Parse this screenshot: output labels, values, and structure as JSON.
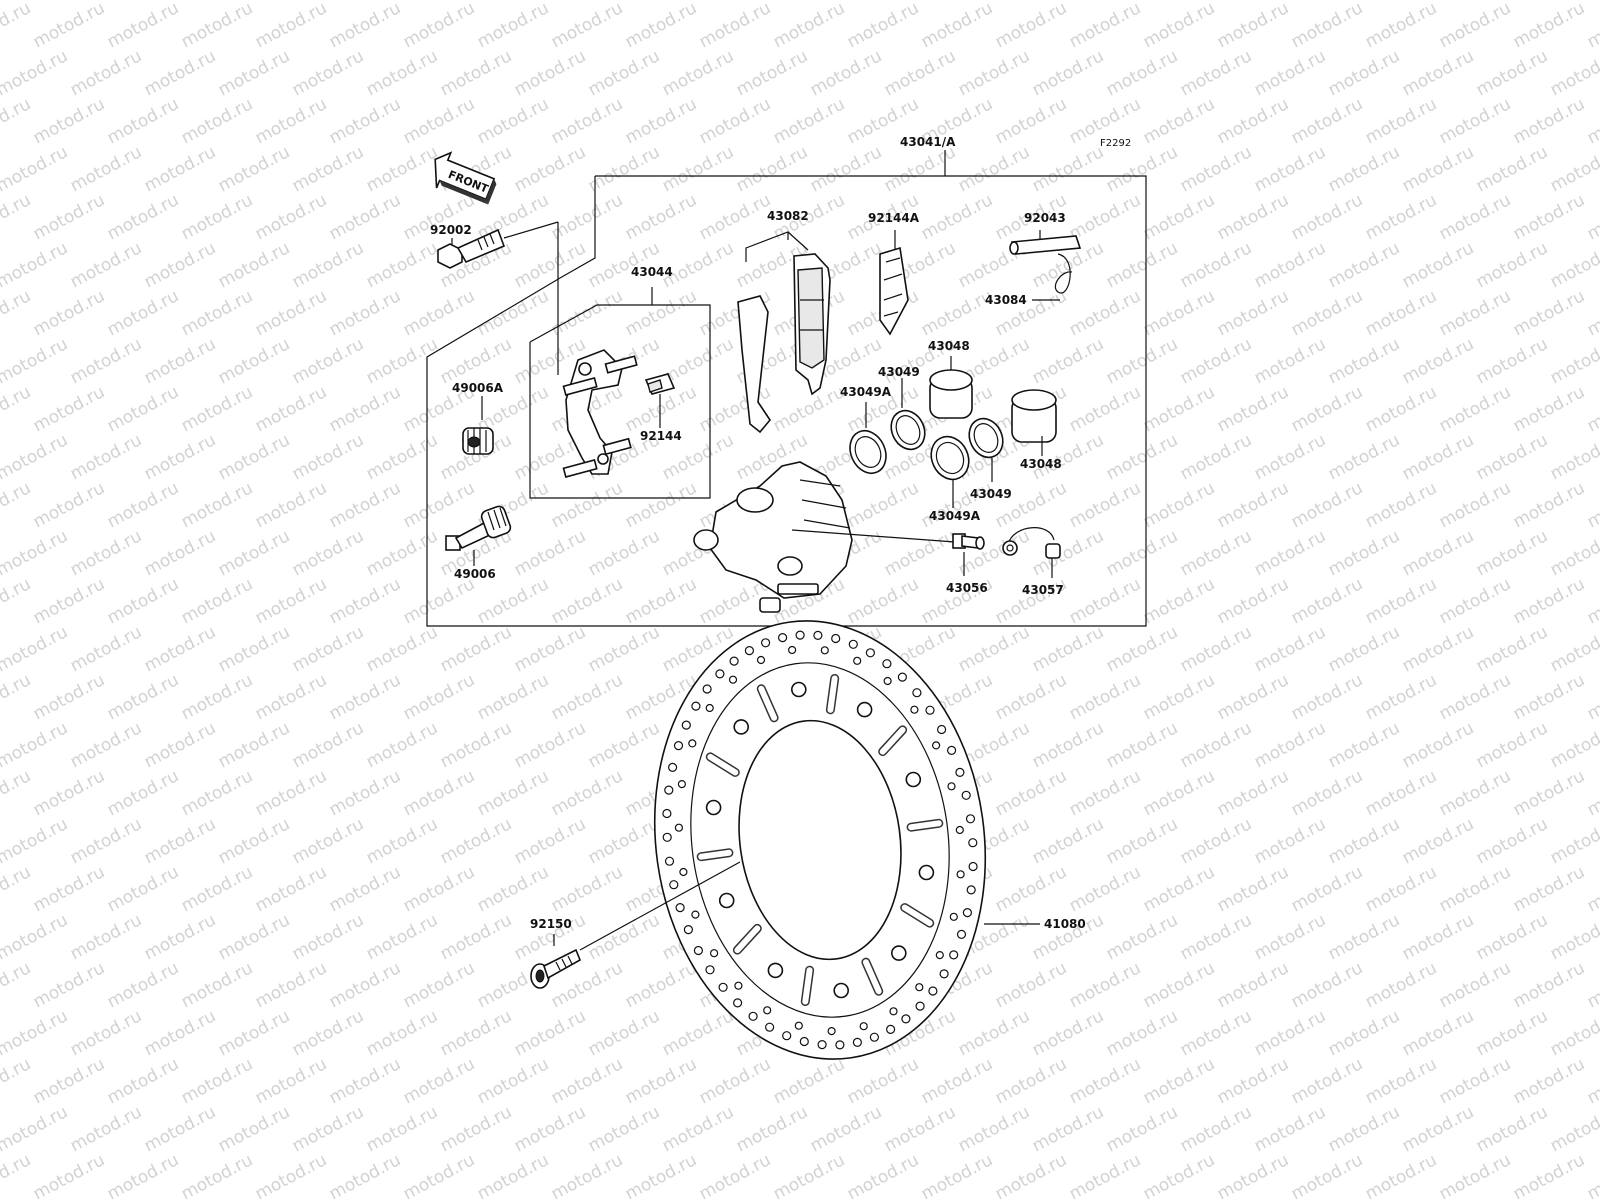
{
  "diagram_code": "F2292",
  "front_label": "FRONT",
  "watermark": "motod.ru",
  "parts": {
    "p43041": "43041/A",
    "p92002": "92002",
    "p43044": "43044",
    "p43082": "43082",
    "p92144A": "92144A",
    "p92043": "92043",
    "p43084": "43084",
    "p43048_top": "43048",
    "p43049_top": "43049",
    "p43049A_top": "43049A",
    "p43048_right": "43048",
    "p43049_bottom": "43049",
    "p43049A_bottom": "43049A",
    "p49006A": "49006A",
    "p92144": "92144",
    "p49006": "49006",
    "p43056": "43056",
    "p43057": "43057",
    "p92150": "92150",
    "p41080": "41080"
  }
}
